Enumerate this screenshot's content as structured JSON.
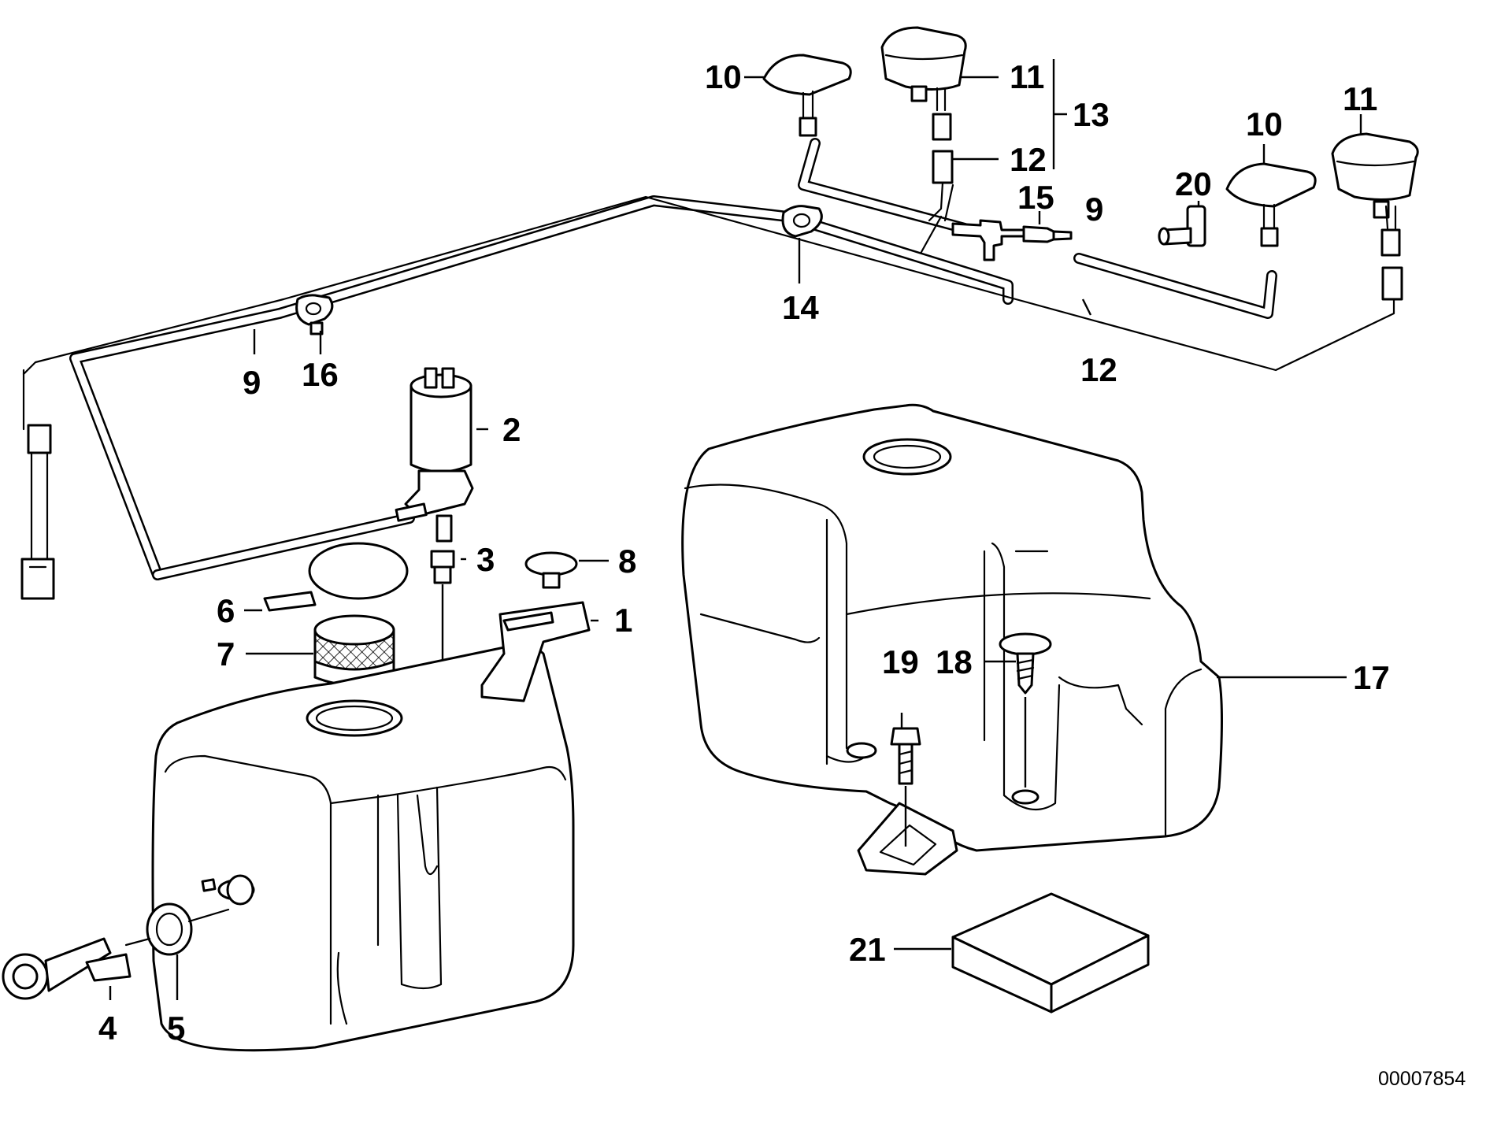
{
  "colors": {
    "ink": "#000000",
    "paper": "#ffffff"
  },
  "callouts": {
    "c1": "1",
    "c2": "2",
    "c3": "3",
    "c4": "4",
    "c5": "5",
    "c6": "6",
    "c7": "7",
    "c8": "8",
    "c9a": "9",
    "c9b": "9",
    "c10a": "10",
    "c10b": "10",
    "c11a": "11",
    "c11b": "11",
    "c12a": "12",
    "c12b": "12",
    "c13": "13",
    "c14": "14",
    "c15": "15",
    "c16": "16",
    "c17": "17",
    "c18": "18",
    "c19": "19",
    "c20": "20",
    "c21": "21"
  },
  "document_number": "00007854"
}
